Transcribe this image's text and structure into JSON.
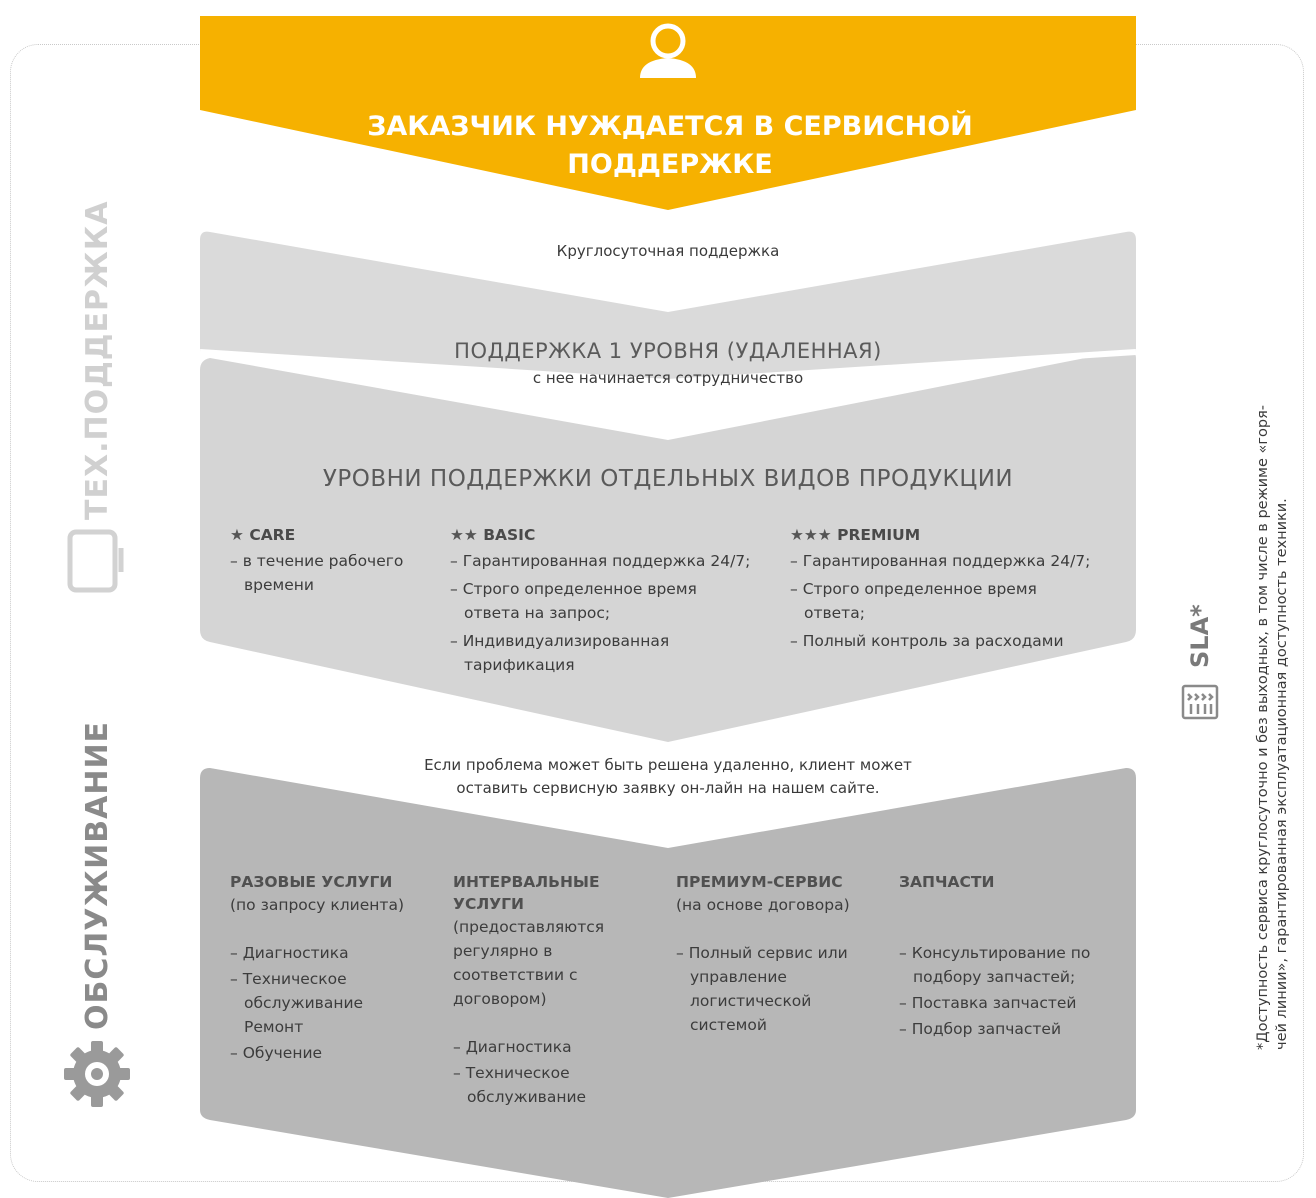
{
  "header": {
    "title": "ЗАКАЗЧИК НУЖДАЕТСЯ В СЕРВИСНОЙ ПОДДЕРЖКЕ",
    "icon": "person-icon",
    "color": "#f6b100"
  },
  "remote": {
    "note": "Круглосуточная поддержка",
    "title": "ПОДДЕРЖКА 1 УРОВНЯ (УДАЛЕННАЯ)",
    "subtitle": "с нее начинается сотрудничество"
  },
  "levels": {
    "title": "УРОВНИ ПОДДЕРЖКИ ОТДЕЛЬНЫХ ВИДОВ ПРОДУКЦИИ",
    "columns": [
      {
        "stars": "★",
        "name": "CARE",
        "items": [
          "в течение рабочего времени"
        ]
      },
      {
        "stars": "★★",
        "name": "BASIC",
        "items": [
          "Гарантированная поддержка 24/7;",
          "Строго определенное время ответа на запрос;",
          "Индивидуализированная тарификация"
        ]
      },
      {
        "stars": "★★★",
        "name": "PREMIUM",
        "items": [
          "Гарантированная поддержка 24/7;",
          "Строго определенное время ответа;",
          "Полный контроль за расходами"
        ]
      }
    ]
  },
  "service": {
    "note": "Если проблема может быть решена удаленно, клиент может оставить сервисную заявку он-лайн на нашем сайте.",
    "columns": [
      {
        "title": "РАЗОВЫЕ УСЛУГИ",
        "subtitle": "(по запросу клиента)",
        "items": [
          "Диагностика",
          "Техническое обслуживание Ремонт",
          "Обучение"
        ]
      },
      {
        "title": "ИНТЕРВАЛЬНЫЕ УСЛУГИ",
        "subtitle": "(предоставляются регулярно в соответствии с договором)",
        "items": [
          "Диагностика",
          "Техническое обслуживание"
        ]
      },
      {
        "title": "ПРЕМИУМ-СЕРВИС",
        "subtitle": "(на основе договора)",
        "items": [
          "Полный сервис или управление логистической системой"
        ]
      },
      {
        "title": "ЗАПЧАСТИ",
        "subtitle": "",
        "items": [
          "Консультирование по подбору запчастей;",
          "Поставка запчастей",
          "Подбор запчастей"
        ]
      }
    ]
  },
  "side_labels": {
    "support": "ТЕХ.ПОДДЕРЖКА",
    "maintenance": "ОБСЛУЖИВАНИЕ",
    "sla": "SLA*",
    "footnote_line1": "*Доступность сервиса круглосуточно и без выходных, в том числе в режиме «горя-",
    "footnote_line2": "чей линии», гарантированная эксплуатационная доступность техники."
  },
  "colors": {
    "yellow": "#f6b100",
    "light_gray": "#d9d9d9",
    "mid_gray": "#d5d5d5",
    "dark_gray": "#b7b7b7",
    "label_light": "#d0d0d0",
    "label_dark": "#8a8a8a"
  }
}
